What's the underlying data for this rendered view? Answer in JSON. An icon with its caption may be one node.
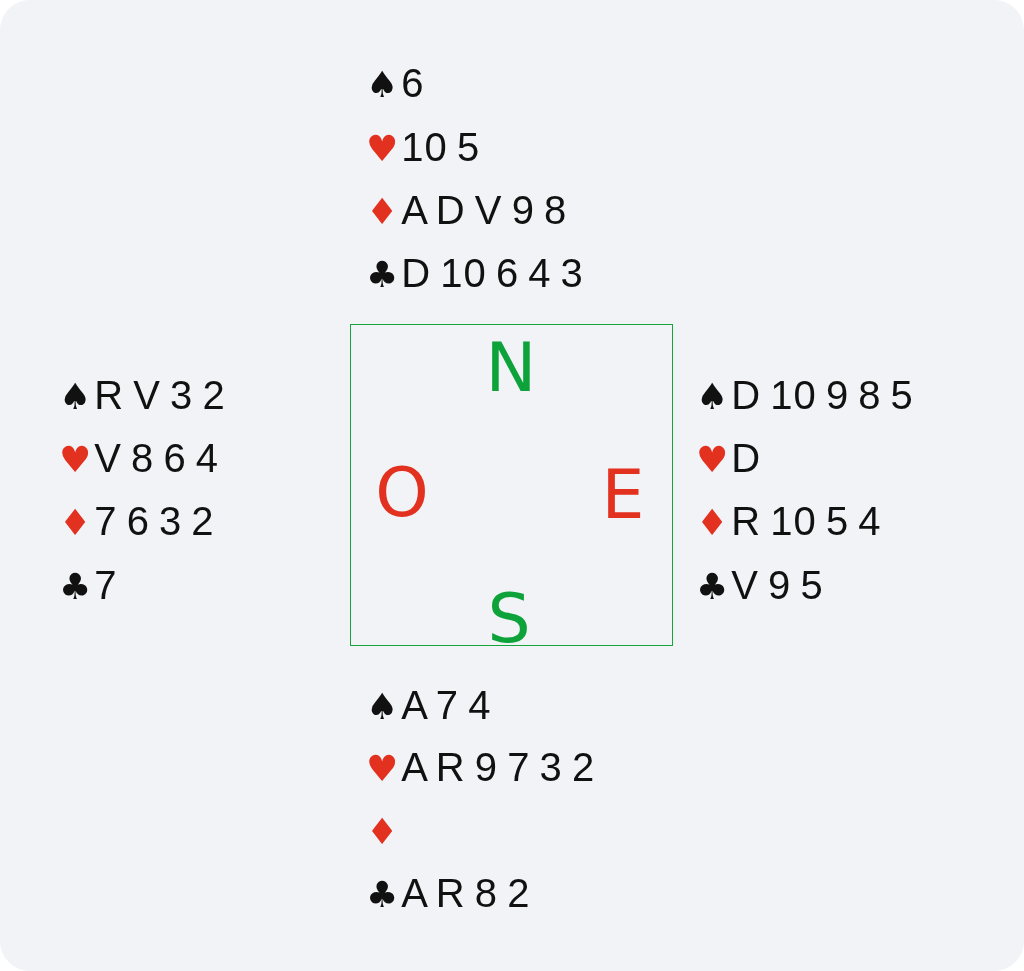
{
  "diagram": {
    "nodes": [
      {
        "text": [
          "N",
          "O",
          "E",
          "S"
        ]
      }
    ],
    "labels": [
      "♠6",
      "♥10 5",
      "♦A D V 9 8",
      "♣D 10 6 4 3",
      "♠R V 3 2",
      "♥V 8 6 4",
      "♦7 6 3 2",
      "♣7",
      "♠D 10 9 8 5",
      "♥D",
      "♦R 10 5 4",
      "♣V 9 5",
      "♠A 7 4",
      "♥A R 9 7 3 2",
      "♦",
      "♣A R 8 2"
    ]
  }
}
